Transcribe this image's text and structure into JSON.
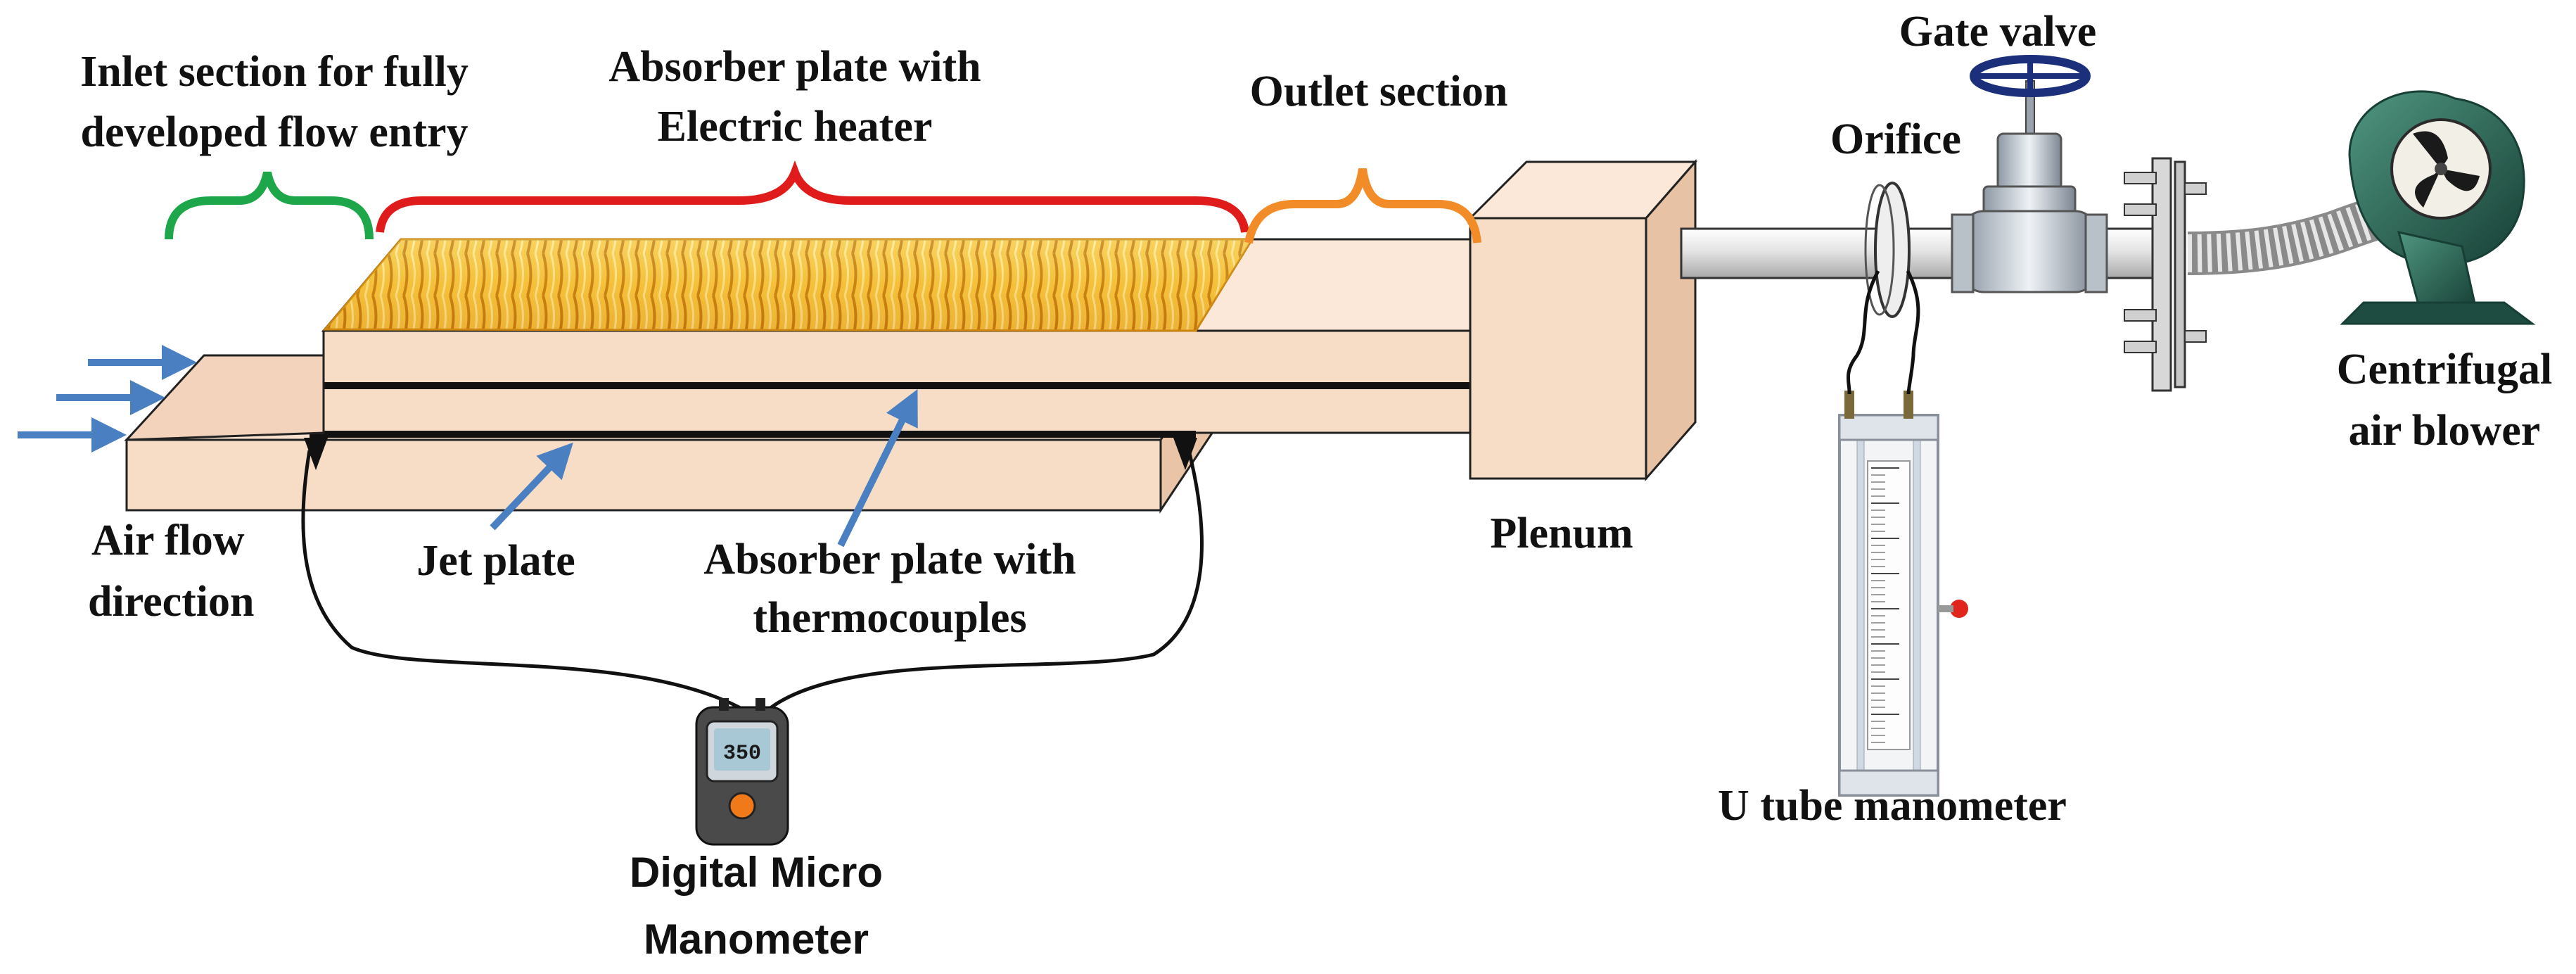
{
  "labels": {
    "inlet_line1": "Inlet section for fully",
    "inlet_line2": "developed flow entry",
    "absorber_heater_line1": "Absorber plate with",
    "absorber_heater_line2": "Electric heater",
    "outlet": "Outlet section",
    "gate_valve": "Gate valve",
    "orifice": "Orifice",
    "blower_line1": "Centrifugal",
    "blower_line2": "air blower",
    "air_flow_line1": "Air flow",
    "air_flow_line2": "direction",
    "jet_plate": "Jet plate",
    "absorber_tc_line1": "Absorber plate with",
    "absorber_tc_line2": "thermocouples",
    "plenum": "Plenum",
    "u_tube": "U tube manometer",
    "micro_line1": "Digital Micro",
    "micro_line2": "Manometer"
  },
  "instruments": {
    "micro_manometer_reading": "350"
  },
  "colors": {
    "inlet_brace": "#1ea64a",
    "heater_brace": "#e01b1b",
    "outlet_brace": "#f28c28",
    "duct_fill": "#f7dcc6",
    "arrow_blue": "#4a7fc1",
    "coil_gold": "#f2b21f",
    "pipe_gray": "#dcdcdc",
    "blower_green": "#2f6a5a"
  }
}
